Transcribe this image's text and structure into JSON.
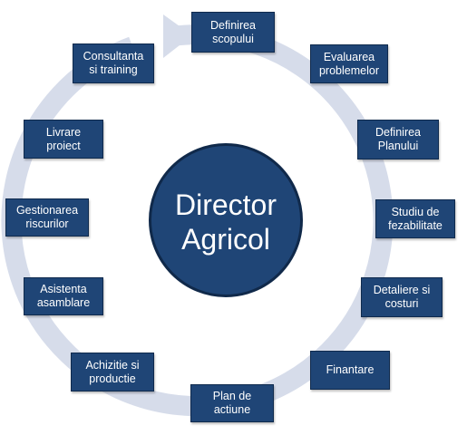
{
  "center": {
    "label": "Director\nAgricol"
  },
  "steps": [
    {
      "label": "Definirea\nscopului"
    },
    {
      "label": "Evaluarea\nproblemelor"
    },
    {
      "label": "Definirea\nPlanului"
    },
    {
      "label": "Studiu  de\nfezabilitate"
    },
    {
      "label": "Detaliere si\ncosturi"
    },
    {
      "label": "Finantare"
    },
    {
      "label": "Plan de\nactiune"
    },
    {
      "label": "Achizitie si\nproductie"
    },
    {
      "label": "Asistenta\nasamblare"
    },
    {
      "label": "Gestionarea\nriscurilor"
    },
    {
      "label": "Livrare\nproiect"
    },
    {
      "label": "Consultanta\nsi  training"
    }
  ],
  "colors": {
    "box_fill": "#1f4576",
    "ring": "#d6dcea",
    "text": "#ffffff"
  }
}
